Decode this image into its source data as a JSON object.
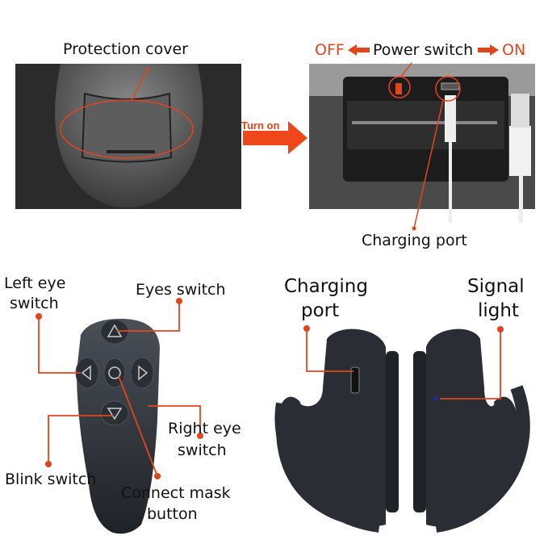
{
  "top": {
    "protection_cover": "Protection cover",
    "turn_on": "Turn on",
    "off": "OFF",
    "power_switch": "Power switch",
    "on": "ON",
    "charging_port": "Charging port"
  },
  "remote": {
    "left_eye_1": "Left eye",
    "left_eye_2": "switch",
    "eyes_switch": "Eyes switch",
    "right_eye_1": "Right eye",
    "right_eye_2": "switch",
    "blink_switch": "Blink switch",
    "connect_1": "Connect mask",
    "connect_2": "button"
  },
  "ring": {
    "charging_1": "Charging",
    "charging_2": "port",
    "signal_1": "Signal",
    "signal_2": "light"
  },
  "colors": {
    "accent": "#e2451b",
    "signal_led": "#1a2ad8"
  }
}
